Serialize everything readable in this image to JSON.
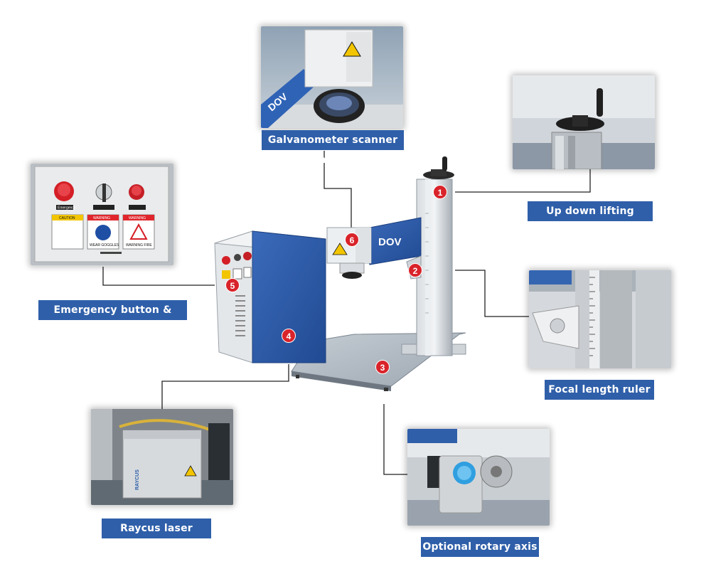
{
  "callouts": {
    "galvo": "Galvanometer scanner head",
    "handle": "Up down lifting handle",
    "emergency": "Emergency button & Switches",
    "ruler": "Focal length ruler",
    "source": "Raycus laser source",
    "rotary": "Optional rotary axis"
  },
  "markers": [
    "1",
    "2",
    "3",
    "4",
    "5",
    "6"
  ],
  "panel_text": {
    "emergency": "Emergency",
    "caution": "CAUTION",
    "warning1": "WARNING",
    "warning2": "WARNING",
    "goggles": "WEAR GOGGLES",
    "fire": "WARNING FIRE"
  },
  "machine_brand": "DOV",
  "colors": {
    "label_bg": "#2f5fa9",
    "marker_red": "#d9232a",
    "panel_blue": "#2c5aa8"
  }
}
